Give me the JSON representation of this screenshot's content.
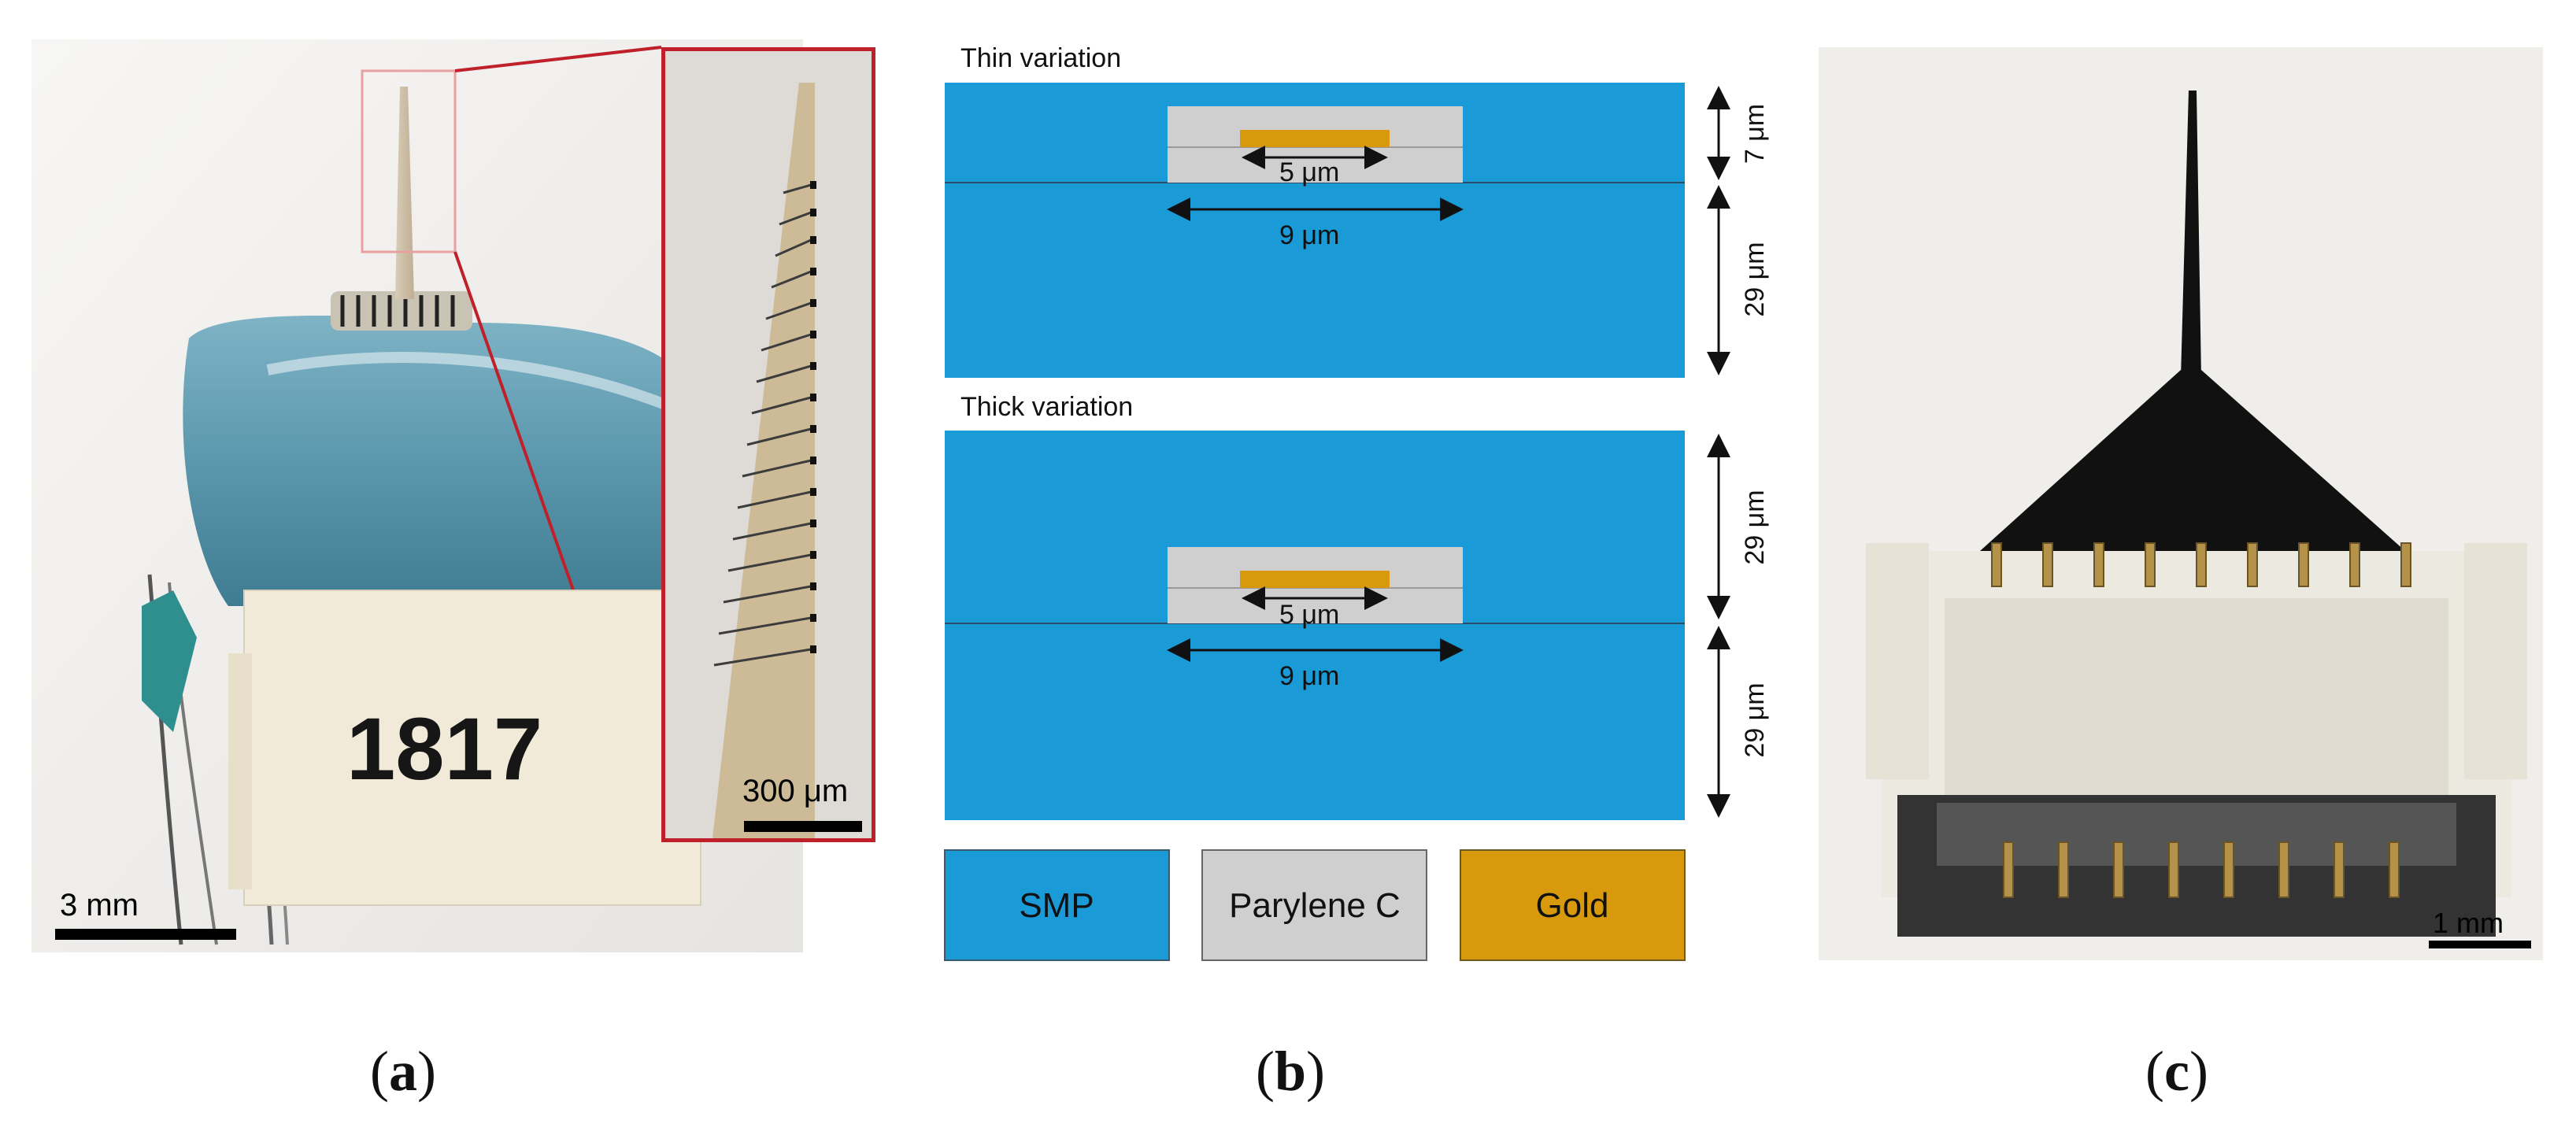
{
  "panel_a": {
    "label_number": "1817",
    "scalebar_main": "3 mm",
    "scalebar_inset": "300 μm",
    "caption_letter": "a"
  },
  "panel_b": {
    "thin": {
      "title": "Thin variation",
      "inner_width": "5 μm",
      "outer_width": "9 μm",
      "top_thickness": "7 μm",
      "bottom_thickness": "29 μm"
    },
    "thick": {
      "title": "Thick variation",
      "inner_width": "5 μm",
      "outer_width": "9 μm",
      "top_thickness": "29 μm",
      "bottom_thickness": "29 μm"
    },
    "legend": [
      {
        "label": "SMP",
        "color": "#1a9ad6"
      },
      {
        "label": "Parylene C",
        "color": "#cfcfcf"
      },
      {
        "label": "Gold",
        "color": "#d89a0c"
      }
    ],
    "caption_letter": "b"
  },
  "panel_c": {
    "scalebar": "1 mm",
    "caption_letter": "c"
  }
}
